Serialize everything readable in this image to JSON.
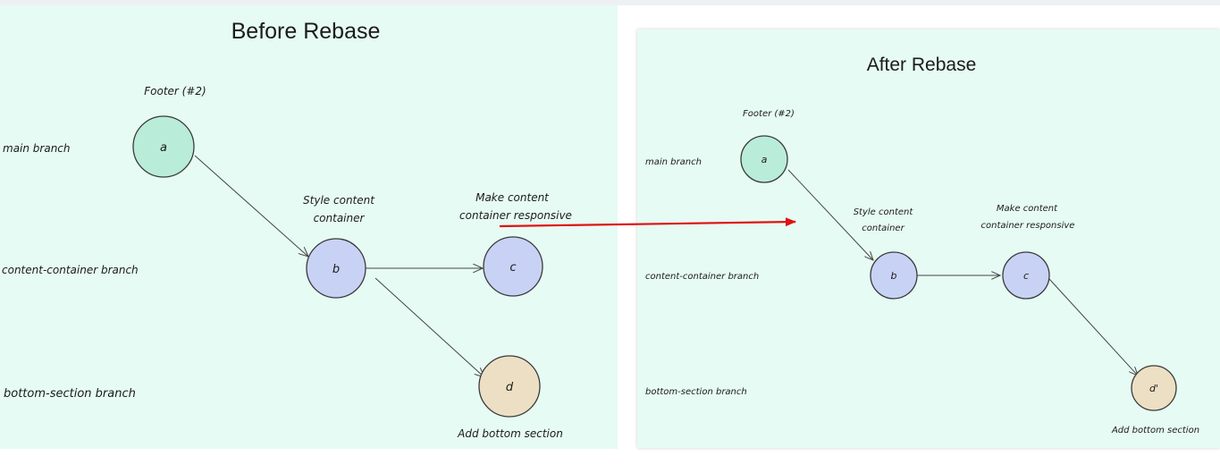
{
  "before": {
    "title": "Before Rebase",
    "branches": {
      "main": "main branch",
      "content": "content-container branch",
      "bottom": "bottom-section branch"
    },
    "nodes": {
      "a": {
        "label": "a",
        "color": "#b9ecd9"
      },
      "b": {
        "label": "b",
        "color": "#c8d2f5"
      },
      "c": {
        "label": "c",
        "color": "#c8d2f5"
      },
      "d": {
        "label": "d",
        "color": "#eddfc4"
      }
    },
    "annotations": {
      "footer": "Footer (#2)",
      "style_1": "Style content",
      "style_2": "container",
      "responsive_1": "Make content",
      "responsive_2": "container responsive",
      "bottom": "Add bottom section"
    }
  },
  "after": {
    "title": "After Rebase",
    "branches": {
      "main": "main branch",
      "content": "content-container branch",
      "bottom": "bottom-section branch"
    },
    "nodes": {
      "a": {
        "label": "a",
        "color": "#b9ecd9"
      },
      "b": {
        "label": "b",
        "color": "#c8d2f5"
      },
      "c": {
        "label": "c",
        "color": "#c8d2f5"
      },
      "d": {
        "label": "d'",
        "color": "#eddfc4"
      }
    },
    "annotations": {
      "footer": "Footer (#2)",
      "style_1": "Style content",
      "style_2": "container",
      "responsive_1": "Make content",
      "responsive_2": "container responsive",
      "bottom": "Add bottom section"
    }
  },
  "colors": {
    "panel_background": "#e6fbf3",
    "transition_arrow": "#e01010",
    "edge": "#444444"
  }
}
